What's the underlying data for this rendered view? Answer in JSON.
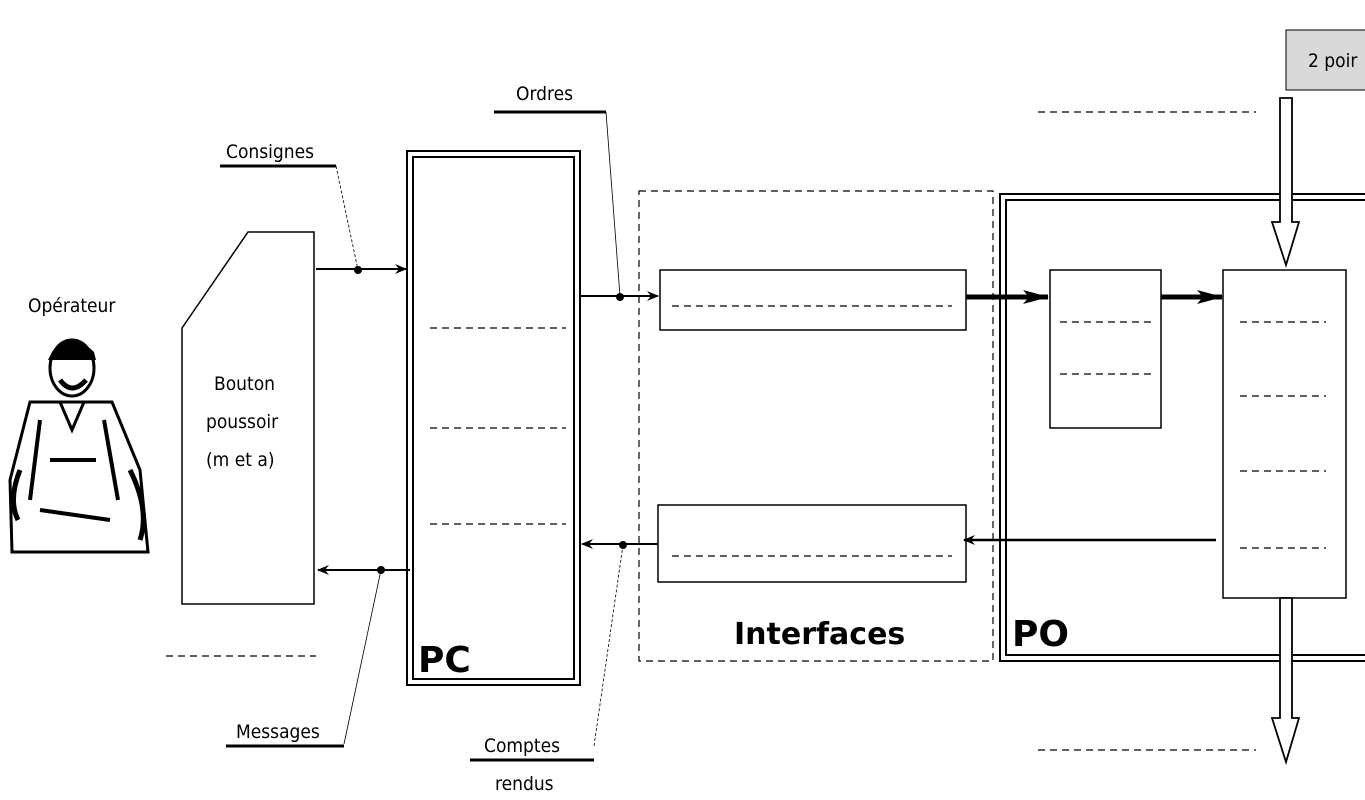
{
  "labels": {
    "operator": "Opérateur",
    "button_line1": "Bouton",
    "button_line2": "poussoir",
    "button_line3": "(m et a)",
    "consignes": "Consignes",
    "ordres": "Ordres",
    "messages": "Messages",
    "comptes_line1": "Comptes",
    "comptes_line2": "rendus",
    "pc": "PC",
    "interfaces": "Interfaces",
    "po": "PO",
    "top_right_box": "2 poir"
  },
  "colors": {
    "line": "#000000",
    "top_box_fill": "#d9d9d9"
  }
}
